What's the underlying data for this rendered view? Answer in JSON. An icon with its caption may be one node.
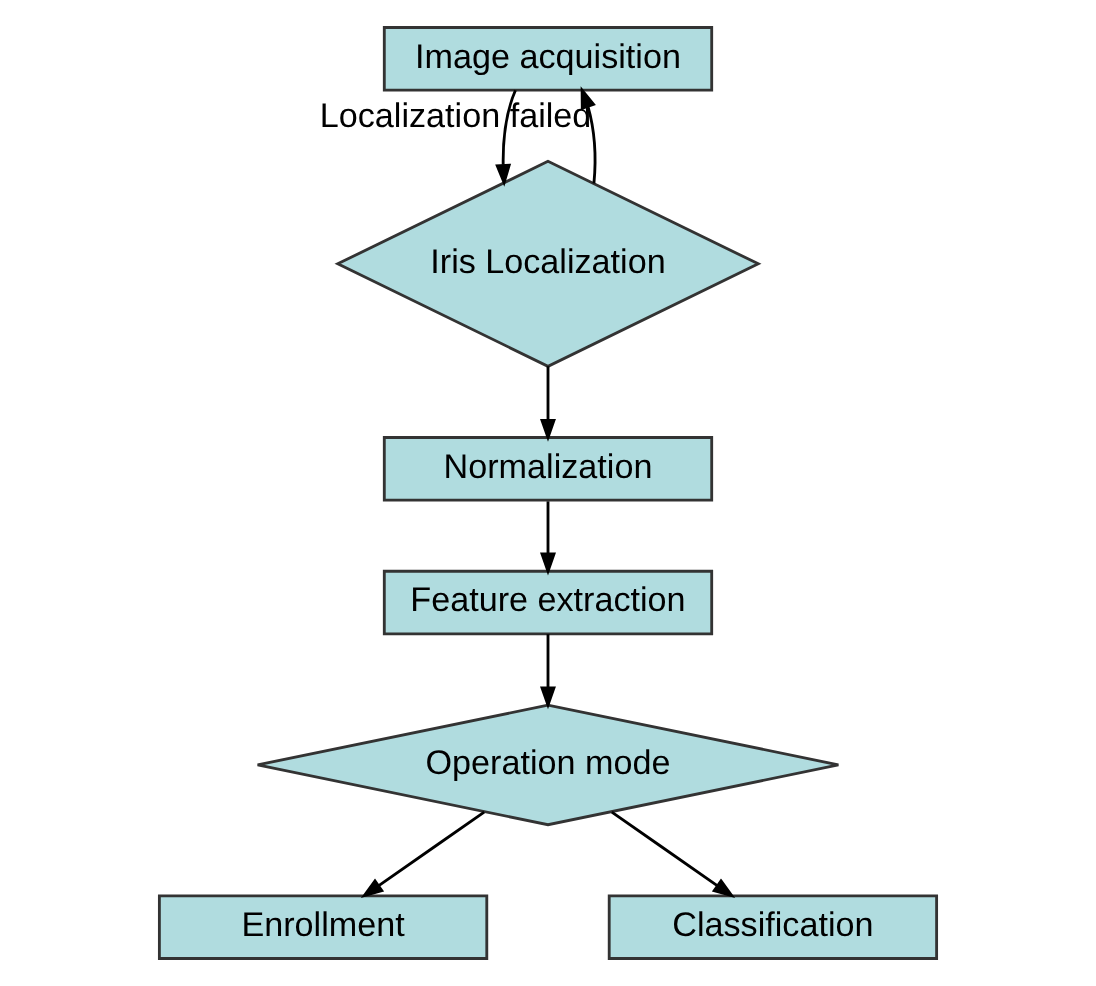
{
  "diagram": {
    "nodes": [
      {
        "text": [
          "Image acquisition"
        ]
      },
      {
        "text": [
          "Iris Localization"
        ]
      },
      {
        "text": [
          "Normalization"
        ]
      },
      {
        "text": [
          "Feature extraction"
        ]
      },
      {
        "text": [
          "Operation mode"
        ]
      },
      {
        "text": [
          "Enrollment"
        ]
      },
      {
        "text": [
          "Classification"
        ]
      }
    ],
    "edges": [
      {
        "from": 0,
        "to": 1,
        "arrow": "to"
      },
      {
        "from": 1,
        "to": 0,
        "arrow": "to",
        "label": "Localization failed"
      },
      {
        "from": 1,
        "to": 2,
        "arrow": "to"
      },
      {
        "from": 2,
        "to": 3,
        "arrow": "to"
      },
      {
        "from": 3,
        "to": 4,
        "arrow": "to"
      },
      {
        "from": 4,
        "to": 5,
        "arrow": "to"
      },
      {
        "from": 4,
        "to": 6,
        "arrow": "to"
      }
    ]
  }
}
